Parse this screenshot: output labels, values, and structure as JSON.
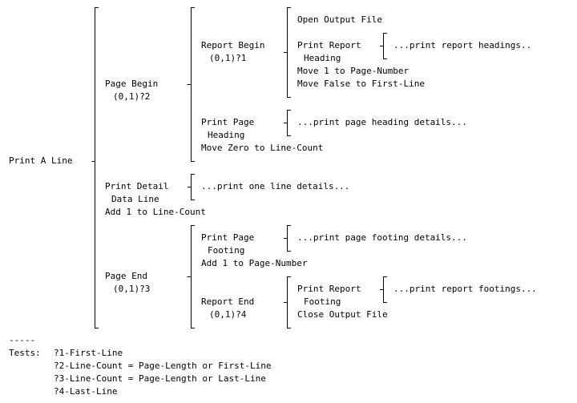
{
  "diagram": {
    "root": "Print A Line",
    "page_begin": {
      "label": "Page Begin",
      "cond": "(0,1)?2"
    },
    "report_begin": {
      "label": "Report Begin",
      "cond": "(0,1)?1"
    },
    "open_output_file": "Open Output File",
    "print_report_heading": {
      "line1": "Print Report",
      "line2": "Heading"
    },
    "report_headings_detail": "...print report headings..",
    "move_page_number": "Move 1 to Page-Number",
    "move_first_line": "Move False to First-Line",
    "print_page_heading": {
      "line1": "Print Page",
      "line2": "Heading"
    },
    "page_heading_detail": "...print page heading details...",
    "move_zero_line_count": "Move Zero to Line-Count",
    "print_detail": {
      "line1": "Print Detail",
      "line2": "Data Line"
    },
    "one_line_detail": "...print one line details...",
    "add_line_count": "Add 1 to Line-Count",
    "page_end": {
      "label": "Page End",
      "cond": "(0,1)?3"
    },
    "print_page_footing": {
      "line1": "Print Page",
      "line2": "Footing"
    },
    "page_footing_detail": "...print page footing details...",
    "add_page_number": "Add 1 to Page-Number",
    "report_end": {
      "label": "Report End",
      "cond": "(0,1)?4"
    },
    "print_report_footing": {
      "line1": "Print Report",
      "line2": "Footing"
    },
    "report_footings_detail": "...print report footings...",
    "close_output_file": "Close Output File"
  },
  "tests": {
    "separator": "-----",
    "label": "Tests:",
    "items": [
      "?1-First-Line",
      "?2-Line-Count = Page-Length or First-Line",
      "?3-Line-Count = Page-Length or Last-Line",
      "?4-Last-Line"
    ]
  },
  "colors": {
    "ink": "#000000",
    "background": "#ffffff"
  }
}
